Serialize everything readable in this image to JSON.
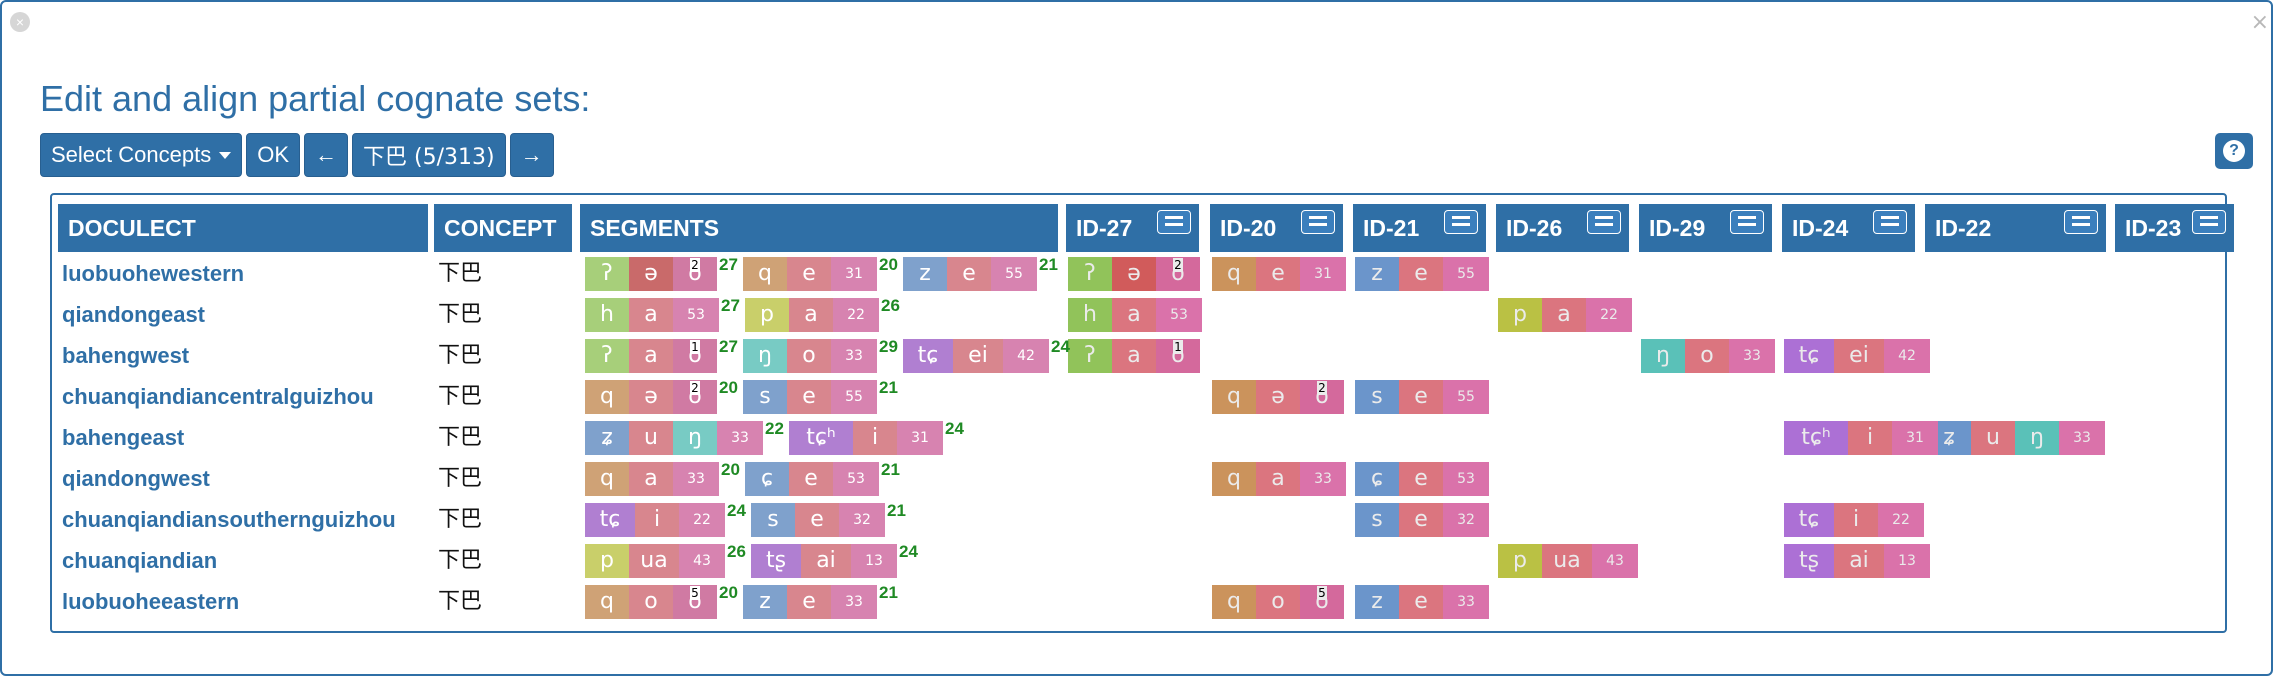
{
  "title": "Edit and align partial cognate sets:",
  "toolbar": {
    "select_concepts": "Select Concepts",
    "ok": "OK",
    "prev": "←",
    "current": "下巴 (5/313)",
    "next": "→"
  },
  "help_icon": "?",
  "columns": [
    "DOCULECT",
    "CONCEPT",
    "SEGMENTS",
    "ID-27",
    "ID-20",
    "ID-21",
    "ID-26",
    "ID-29",
    "ID-24",
    "ID-22",
    "ID-23"
  ],
  "rows": [
    {
      "doculect": "luobuohewestern",
      "concept": "下巴",
      "morphemes": [
        {
          "segs": [
            {
              "t": "ʔ",
              "c": "#a7cf7a"
            },
            {
              "t": "ə",
              "c": "#c96a6a"
            },
            {
              "t": "o",
              "c": "#d07aa3",
              "sup": "2"
            }
          ],
          "cog": "27"
        },
        {
          "segs": [
            {
              "t": "q",
              "c": "#cfa276"
            },
            {
              "t": "e",
              "c": "#d8868e"
            },
            {
              "t": "31",
              "c": "#d783b0",
              "tone": true
            }
          ],
          "cog": "20"
        },
        {
          "segs": [
            {
              "t": "z",
              "c": "#7fa1cc"
            },
            {
              "t": "e",
              "c": "#d8868e"
            },
            {
              "t": "55",
              "c": "#d783b0",
              "tone": true
            }
          ],
          "cog": "21"
        }
      ]
    },
    {
      "doculect": "qiandongeast",
      "concept": "下巴",
      "morphemes": [
        {
          "segs": [
            {
              "t": "h",
              "c": "#a7cf7a"
            },
            {
              "t": "a",
              "c": "#d8868e"
            },
            {
              "t": "53",
              "c": "#d783b0",
              "tone": true
            }
          ],
          "cog": "27"
        },
        {
          "segs": [
            {
              "t": "p",
              "c": "#c9cf6a"
            },
            {
              "t": "a",
              "c": "#d8868e"
            },
            {
              "t": "22",
              "c": "#d783b0",
              "tone": true
            }
          ],
          "cog": "26"
        }
      ]
    },
    {
      "doculect": "bahengwest",
      "concept": "下巴",
      "morphemes": [
        {
          "segs": [
            {
              "t": "ʔ",
              "c": "#a7cf7a"
            },
            {
              "t": "a",
              "c": "#d8868e"
            },
            {
              "t": "o",
              "c": "#d07aa3",
              "sup": "1"
            }
          ],
          "cog": "27"
        },
        {
          "segs": [
            {
              "t": "ŋ",
              "c": "#78cbc4"
            },
            {
              "t": "o",
              "c": "#d8868e"
            },
            {
              "t": "33",
              "c": "#d783b0",
              "tone": true
            }
          ],
          "cog": "29"
        },
        {
          "segs": [
            {
              "t": "tɕ",
              "c": "#b07fd1"
            },
            {
              "t": "ei",
              "c": "#d8868e"
            },
            {
              "t": "42",
              "c": "#d783b0",
              "tone": true
            }
          ],
          "cog": "24"
        }
      ]
    },
    {
      "doculect": "chuanqiandiancentralguizhou",
      "concept": "下巴",
      "morphemes": [
        {
          "segs": [
            {
              "t": "q",
              "c": "#cfa276"
            },
            {
              "t": "ə",
              "c": "#d8868e"
            },
            {
              "t": "o",
              "c": "#d07aa3",
              "sup": "2"
            }
          ],
          "cog": "20"
        },
        {
          "segs": [
            {
              "t": "s",
              "c": "#7fa1cc"
            },
            {
              "t": "e",
              "c": "#d8868e"
            },
            {
              "t": "55",
              "c": "#d783b0",
              "tone": true
            }
          ],
          "cog": "21"
        }
      ]
    },
    {
      "doculect": "bahengeast",
      "concept": "下巴",
      "morphemes": [
        {
          "segs": [
            {
              "t": "ʑ",
              "c": "#7fa1cc"
            },
            {
              "t": "u",
              "c": "#d8868e"
            },
            {
              "t": "ŋ",
              "c": "#78cbc4"
            },
            {
              "t": "33",
              "c": "#d783b0",
              "tone": true
            }
          ],
          "cog": "22"
        },
        {
          "segs": [
            {
              "t": "tɕʰ",
              "c": "#b07fd1"
            },
            {
              "t": "i",
              "c": "#d8868e"
            },
            {
              "t": "31",
              "c": "#d783b0",
              "tone": true
            }
          ],
          "cog": "24"
        }
      ]
    },
    {
      "doculect": "qiandongwest",
      "concept": "下巴",
      "morphemes": [
        {
          "segs": [
            {
              "t": "q",
              "c": "#cfa276"
            },
            {
              "t": "a",
              "c": "#d8868e"
            },
            {
              "t": "33",
              "c": "#d783b0",
              "tone": true
            }
          ],
          "cog": "20"
        },
        {
          "segs": [
            {
              "t": "ɕ",
              "c": "#7fa1cc"
            },
            {
              "t": "e",
              "c": "#d8868e"
            },
            {
              "t": "53",
              "c": "#d783b0",
              "tone": true
            }
          ],
          "cog": "21"
        }
      ]
    },
    {
      "doculect": "chuanqiandiansouthernguizhou",
      "concept": "下巴",
      "morphemes": [
        {
          "segs": [
            {
              "t": "tɕ",
              "c": "#b07fd1"
            },
            {
              "t": "i",
              "c": "#d8868e"
            },
            {
              "t": "22",
              "c": "#d783b0",
              "tone": true
            }
          ],
          "cog": "24"
        },
        {
          "segs": [
            {
              "t": "s",
              "c": "#7fa1cc"
            },
            {
              "t": "e",
              "c": "#d8868e"
            },
            {
              "t": "32",
              "c": "#d783b0",
              "tone": true
            }
          ],
          "cog": "21"
        }
      ]
    },
    {
      "doculect": "chuanqiandian",
      "concept": "下巴",
      "morphemes": [
        {
          "segs": [
            {
              "t": "p",
              "c": "#c9cf6a"
            },
            {
              "t": "ua",
              "c": "#d8868e"
            },
            {
              "t": "43",
              "c": "#d783b0",
              "tone": true
            }
          ],
          "cog": "26"
        },
        {
          "segs": [
            {
              "t": "tʂ",
              "c": "#b07fd1"
            },
            {
              "t": "ai",
              "c": "#d8868e"
            },
            {
              "t": "13",
              "c": "#d783b0",
              "tone": true
            }
          ],
          "cog": "24"
        }
      ]
    },
    {
      "doculect": "luobuoheeastern",
      "concept": "下巴",
      "morphemes": [
        {
          "segs": [
            {
              "t": "q",
              "c": "#cfa276"
            },
            {
              "t": "o",
              "c": "#d8868e"
            },
            {
              "t": "o",
              "c": "#d07aa3",
              "sup": "5"
            }
          ],
          "cog": "20"
        },
        {
          "segs": [
            {
              "t": "z",
              "c": "#7fa1cc"
            },
            {
              "t": "e",
              "c": "#d8868e"
            },
            {
              "t": "33",
              "c": "#d783b0",
              "tone": true
            }
          ],
          "cog": "21"
        }
      ]
    }
  ],
  "alignment_colors": {
    "consonant_header": "#2f6fa6",
    "cognate_id": "#1f8a24"
  }
}
